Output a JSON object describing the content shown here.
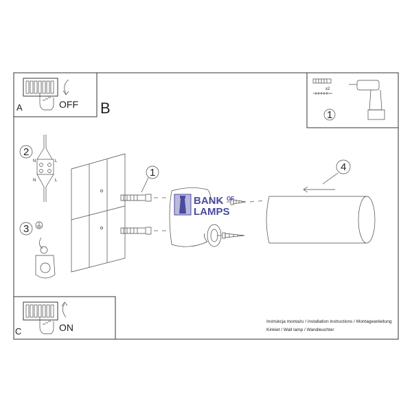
{
  "panels": {
    "a": {
      "letter": "A",
      "action": "OFF"
    },
    "b": {
      "letter": "B"
    },
    "c": {
      "letter": "C",
      "action": "ON"
    }
  },
  "steps": {
    "top_right": "1",
    "wiring": "2",
    "ground": "3",
    "screws": "1",
    "cover": "4"
  },
  "tool_panel": {
    "multiplier": "x2"
  },
  "terminal_labels": {
    "n_top": "N",
    "l_top": "L",
    "n_bottom": "N",
    "l_bottom": "L"
  },
  "logo": {
    "line1": "BANK",
    "small": "OF",
    "line2": "LAMPS"
  },
  "caption": {
    "line1": "Instrukcja montażu / installation instructions / Montageanleitung",
    "line2": "Kinkiet / Wall lamp / Wandleuchter"
  },
  "colors": {
    "line": "#333333",
    "logo": "#4a4aa0",
    "background": "#ffffff"
  }
}
